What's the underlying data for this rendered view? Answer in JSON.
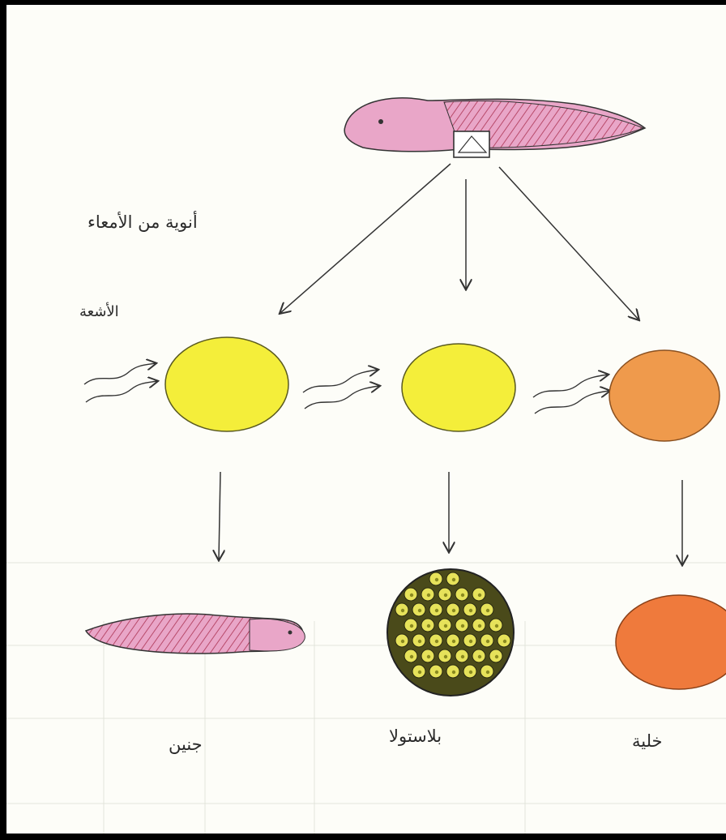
{
  "labels": {
    "nuclei_from_tadpoles": "أنوية من الأمعاء",
    "radiation": "الأشعة",
    "embryo": "جنين",
    "blastula": "بلاستولا",
    "cell": "خلية"
  },
  "colors": {
    "paper": "#fdfdf8",
    "frog_pink": "#e9a6c8",
    "frog_stripe": "#b84a6a",
    "egg_yellow": "#f4ee3a",
    "egg_orange": "#ef9a4c",
    "blastula_dark": "#4a4a1a",
    "blastula_cell": "#e6e25a",
    "ink": "#333333"
  }
}
